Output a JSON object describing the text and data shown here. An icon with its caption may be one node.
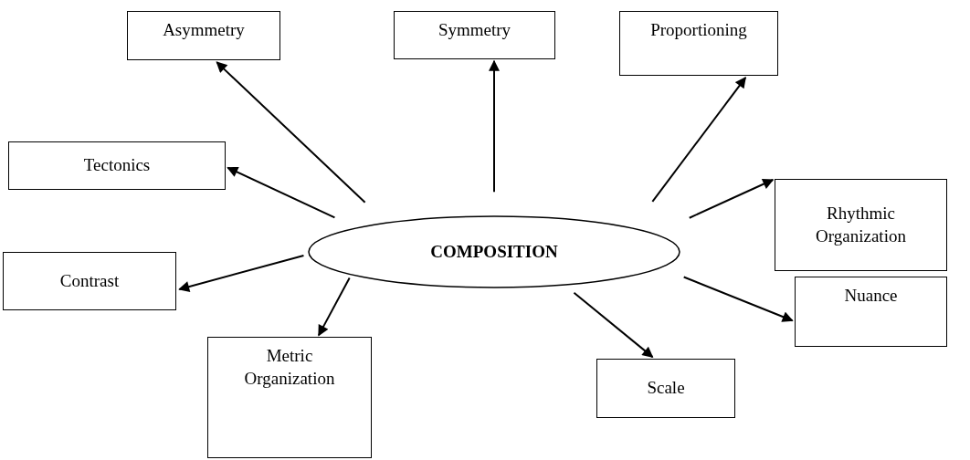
{
  "diagram": {
    "nodes": [
      {
        "text": [
          "Asymmetry"
        ]
      },
      {
        "text": [
          "Symmetry"
        ]
      },
      {
        "text": [
          "Proportioning"
        ]
      },
      {
        "text": [
          "Tectonics"
        ]
      },
      {
        "text": [
          "Rhythmic Organization"
        ]
      },
      {
        "text": [
          "COMPOSITION"
        ]
      },
      {
        "text": [
          "Contrast"
        ]
      },
      {
        "text": [
          "Nuance"
        ]
      },
      {
        "text": [
          "Metric Organization"
        ]
      },
      {
        "text": [
          "Scale"
        ]
      }
    ],
    "edges": [
      {
        "from": 5,
        "to": 0,
        "arrow": "to"
      },
      {
        "from": 5,
        "to": 1,
        "arrow": "to"
      },
      {
        "from": 5,
        "to": 2,
        "arrow": "to"
      },
      {
        "from": 5,
        "to": 3,
        "arrow": "to"
      },
      {
        "from": 5,
        "to": 4,
        "arrow": "to"
      },
      {
        "from": 5,
        "to": 6,
        "arrow": "to"
      },
      {
        "from": 5,
        "to": 7,
        "arrow": "to"
      },
      {
        "from": 5,
        "to": 8,
        "arrow": "to"
      },
      {
        "from": 5,
        "to": 9,
        "arrow": "to"
      }
    ]
  }
}
